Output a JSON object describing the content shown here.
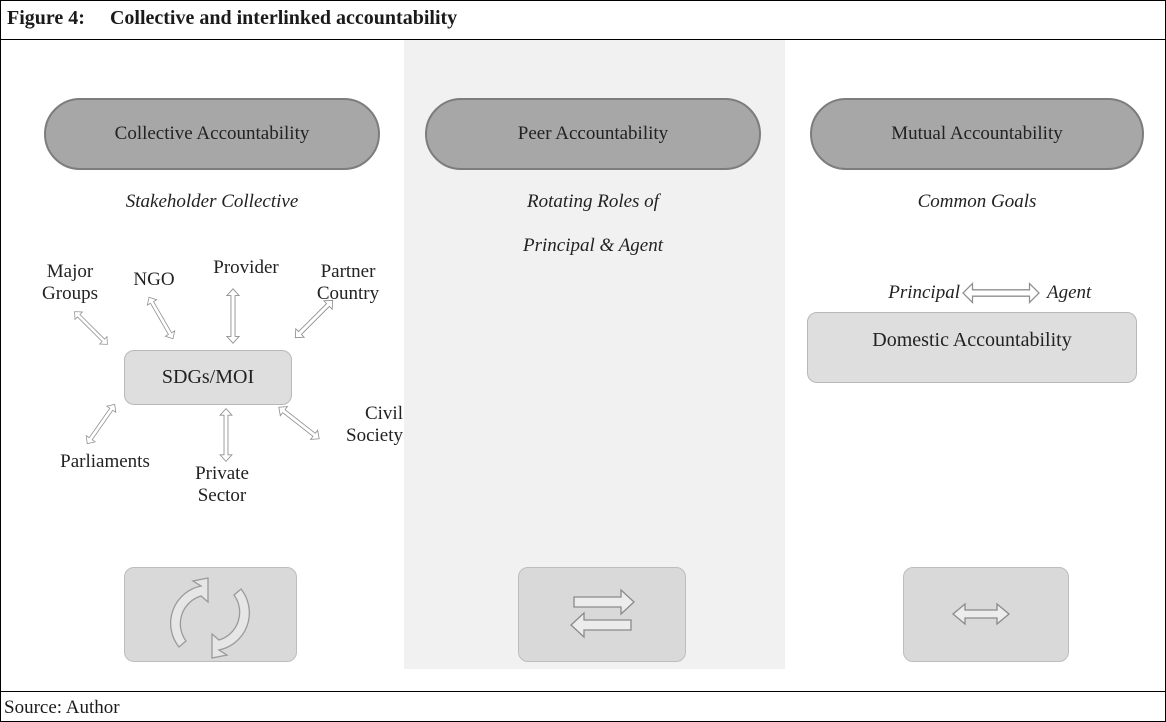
{
  "figure": {
    "title": "Figure 4:     Collective and interlinked accountability",
    "source": "Source: Author"
  },
  "columns": [
    {
      "heading": "Collective Accountability",
      "subtitle": "Stakeholder Collective",
      "center_node": "SDGs/MOI",
      "stakeholders": {
        "major_groups": [
          "Major",
          "Groups"
        ],
        "ngo": "NGO",
        "provider": "Provider",
        "partner_country": [
          "Partner",
          "Country"
        ],
        "parliaments": "Parliaments",
        "private_sector": [
          "Private",
          "Sector"
        ],
        "civil_society": [
          "Civil",
          "Society"
        ]
      },
      "icon": "circular-arrows-icon"
    },
    {
      "heading": "Peer Accountability",
      "subtitle_lines": [
        "Rotating Roles of",
        "Principal & Agent"
      ],
      "icon": "opposite-arrows-icon"
    },
    {
      "heading": "Mutual Accountability",
      "subtitle": "Common Goals",
      "principal": "Principal",
      "agent": "Agent",
      "domestic": "Domestic Accountability",
      "icon": "double-arrow-icon"
    }
  ],
  "colors": {
    "pill_fill": "#a7a7a7",
    "box_fill": "#dedede",
    "panel_fill": "#f1f1f1",
    "arrow_stroke": "#8f8f8f"
  }
}
